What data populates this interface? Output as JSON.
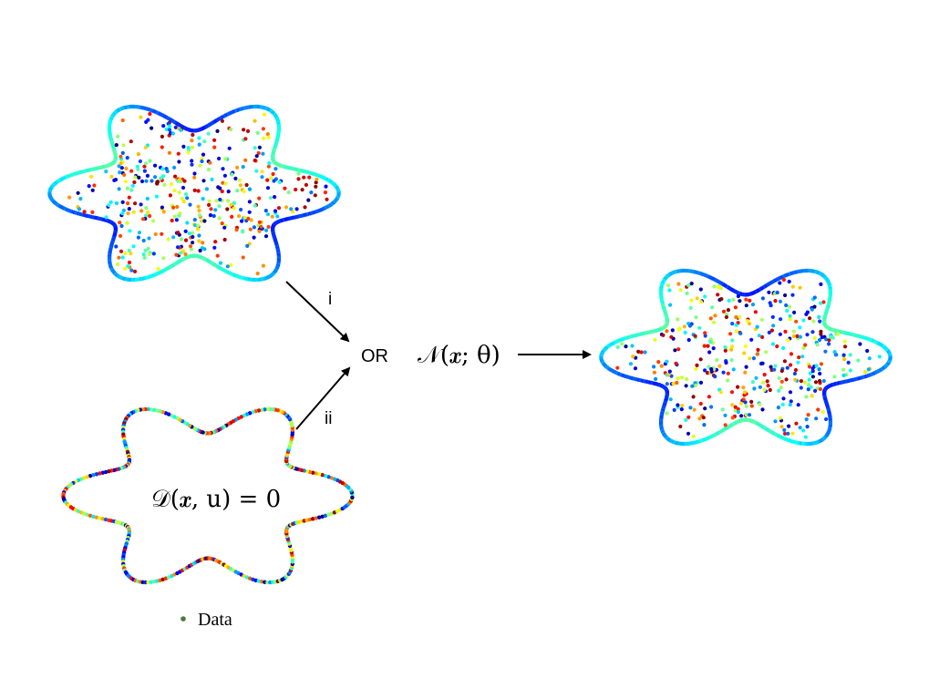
{
  "labels": {
    "arrow_i": "i",
    "arrow_ii": "ii",
    "or": "OR",
    "network": "𝒩(𝒙; θ)",
    "equation": "𝒟(𝒙, u) = 0",
    "legend": "Data"
  },
  "colors": {
    "arrow": "#000000",
    "legend_marker": "#4a7a3a",
    "colormap": "jet"
  },
  "shapes": [
    {
      "id": "domain-top-left",
      "points": "boundary and interior"
    },
    {
      "id": "domain-bottom-left",
      "points": "boundary only"
    },
    {
      "id": "domain-right",
      "points": "boundary and interior"
    }
  ]
}
